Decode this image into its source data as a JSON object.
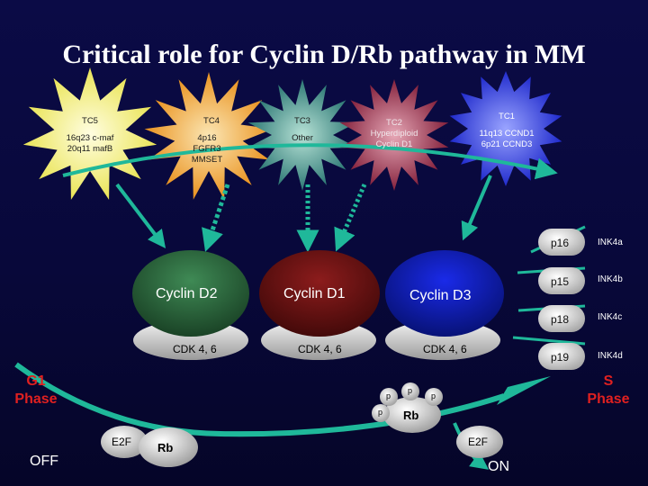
{
  "title": "Critical role for Cyclin D/Rb pathway in MM",
  "tc_groups": [
    {
      "label": "TC5",
      "lines": [
        "16q23 c-maf",
        "20q11 mafB"
      ]
    },
    {
      "label": "TC4",
      "lines": [
        "4p16",
        "FGFR3",
        "MMSET"
      ]
    },
    {
      "label": "TC3",
      "lines": [
        "Other"
      ]
    },
    {
      "label": "TC2",
      "lines": [
        "Hyperdiploid",
        "Cyclin D1"
      ]
    },
    {
      "label": "TC1",
      "lines": [
        "11q13 CCND1",
        "6p21 CCND3"
      ]
    }
  ],
  "cyclins": [
    {
      "label": "Cyclin D2",
      "cdk": "CDK 4, 6"
    },
    {
      "label": "Cyclin D1",
      "cdk": "CDK 4, 6"
    },
    {
      "label": "Cyclin D3",
      "cdk": "CDK 4, 6"
    }
  ],
  "inhibitors": [
    {
      "protein": "p16",
      "gene": "INK4a"
    },
    {
      "protein": "p15",
      "gene": "INK4b"
    },
    {
      "protein": "p18",
      "gene": "INK4c"
    },
    {
      "protein": "p19",
      "gene": "INK4d"
    }
  ],
  "g1_phase": "G1 Phase",
  "s_phase": "S Phase",
  "off_label": "OFF",
  "on_label": "ON",
  "e2f_left": "E2F",
  "rb_left": "Rb",
  "rb_right": "Rb",
  "e2f_right": "E2F",
  "phospho": [
    "p",
    "p",
    "p",
    "p"
  ],
  "colors": {
    "background": "#0a0a3e",
    "arrow": "#1fb89a",
    "cyclin_d2": "#2a6e3c",
    "cyclin_d1": "#6e1414",
    "cyclin_d3": "#0c18b8",
    "phase_text": "#e02020",
    "star_tc5": "#f2ee6a",
    "star_tc4": "#ef9d1c",
    "star_tc3": "#27807a",
    "star_tc2": "#8a1c3a",
    "star_tc1": "#1c28d8"
  }
}
